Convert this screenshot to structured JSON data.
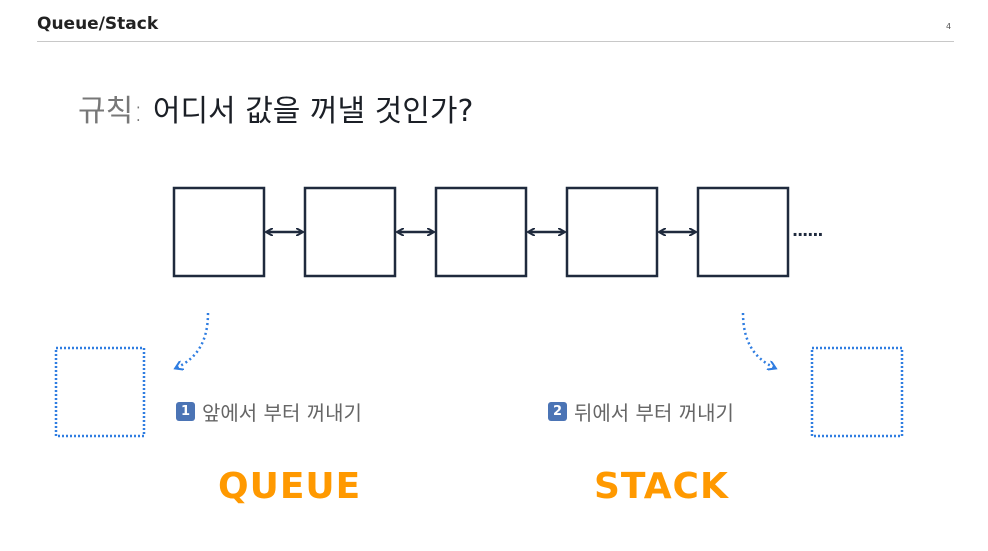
{
  "header": {
    "title": "Queue/Stack",
    "page_number": "4"
  },
  "slide": {
    "title_prefix": "규칙:",
    "title_question": "어디서 값을 꺼낼 것인가?"
  },
  "diagram": {
    "node_count": 5,
    "continuation": "......"
  },
  "captions": [
    {
      "badge": "1",
      "text": "앞에서 부터 꺼내기"
    },
    {
      "badge": "2",
      "text": "뒤에서 부터 꺼내기"
    }
  ],
  "labels": {
    "queue": "QUEUE",
    "stack": "STACK"
  },
  "colors": {
    "node_stroke": "#1f2a3d",
    "dotted_blue": "#2f7de1",
    "label_orange": "#ff9900",
    "badge_blue": "#4b74b5"
  }
}
